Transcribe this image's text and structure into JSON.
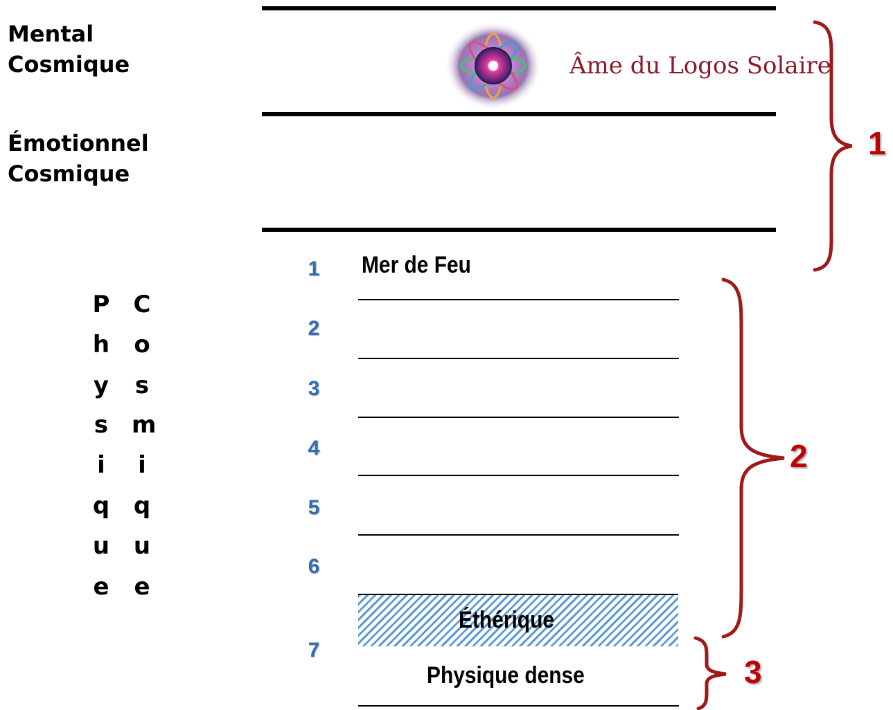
{
  "left_labels": {
    "mental_line1": "Mental",
    "mental_line2": "Cosmique",
    "emotional_line1": "Émotionnel",
    "emotional_line2": "Cosmique",
    "physical_column": [
      "P",
      "h",
      "y",
      "s",
      "i",
      "q",
      "u",
      "e"
    ],
    "cosmic_column": [
      "C",
      "o",
      "s",
      "m",
      "i",
      "q",
      "u",
      "e"
    ]
  },
  "soul": {
    "label": "Âme du Logos Solaire",
    "icon": "mandala-icon"
  },
  "subplanes": {
    "numbers": [
      "1",
      "2",
      "3",
      "4",
      "5",
      "6",
      "7"
    ],
    "first_label": "Mer de Feu",
    "etheric_label": "Éthérique",
    "dense_label": "Physique dense"
  },
  "braces": {
    "labels": [
      "1",
      "2",
      "3"
    ],
    "color": "#c00000"
  },
  "colors": {
    "number_blue": "#2f6fb3",
    "soul_text": "#8b1a2a",
    "hatch_blue": "#5b9bd5"
  }
}
